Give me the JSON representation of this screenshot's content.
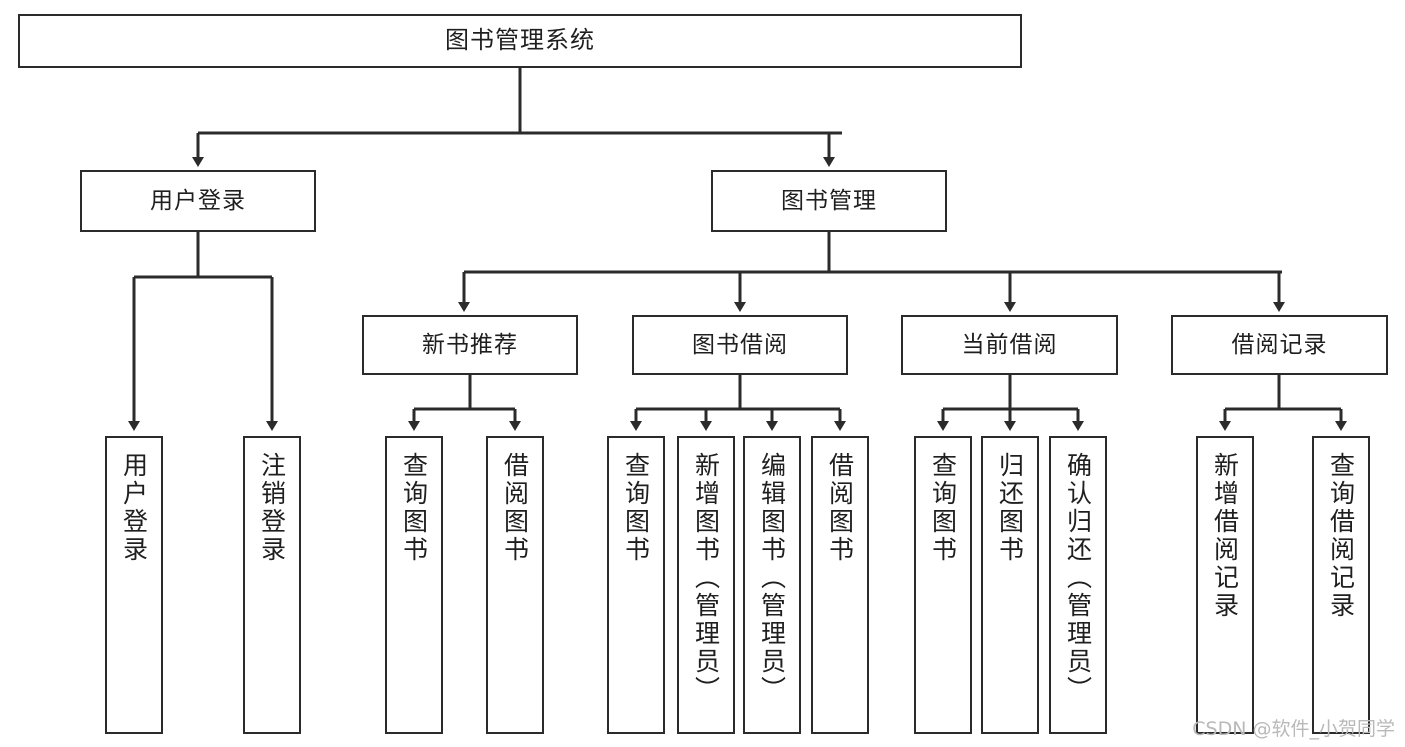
{
  "diagram": {
    "title": "图书管理系统",
    "type": "tree-hierarchy",
    "colors": {
      "box_border": "#2b2b2b",
      "box_fill": "#ffffff",
      "edge": "#2b2b2b",
      "text": "#1f1f1f",
      "watermark": "#b9b9b9"
    },
    "root": {
      "id": "root",
      "label": "图书管理系统"
    },
    "level2": [
      {
        "id": "user-login",
        "label": "用户登录"
      },
      {
        "id": "book-management",
        "label": "图书管理"
      }
    ],
    "level3": [
      {
        "id": "new-book-recommend",
        "label": "新书推荐"
      },
      {
        "id": "book-borrow",
        "label": "图书借阅"
      },
      {
        "id": "current-borrow",
        "label": "当前借阅"
      },
      {
        "id": "borrow-record",
        "label": "借阅记录"
      }
    ],
    "leaves": [
      {
        "id": "leaf-user-login",
        "parent": "user-login",
        "label": "用户登录"
      },
      {
        "id": "leaf-logout",
        "parent": "user-login",
        "label": "注销登录"
      },
      {
        "id": "leaf-query-book-1",
        "parent": "new-book-recommend",
        "label": "查询图书"
      },
      {
        "id": "leaf-borrow-book-1",
        "parent": "new-book-recommend",
        "label": "借阅图书"
      },
      {
        "id": "leaf-query-book-2",
        "parent": "book-borrow",
        "label": "查询图书"
      },
      {
        "id": "leaf-add-book",
        "parent": "book-borrow",
        "label": "新增图书（管理员）"
      },
      {
        "id": "leaf-edit-book",
        "parent": "book-borrow",
        "label": "编辑图书（管理员）"
      },
      {
        "id": "leaf-borrow-book-2",
        "parent": "book-borrow",
        "label": "借阅图书"
      },
      {
        "id": "leaf-query-book-3",
        "parent": "current-borrow",
        "label": "查询图书"
      },
      {
        "id": "leaf-return-book",
        "parent": "current-borrow",
        "label": "归还图书"
      },
      {
        "id": "leaf-confirm-return",
        "parent": "current-borrow",
        "label": "确认归还（管理员）"
      },
      {
        "id": "leaf-add-record",
        "parent": "borrow-record",
        "label": "新增借阅记录"
      },
      {
        "id": "leaf-query-record",
        "parent": "borrow-record",
        "label": "查询借阅记录"
      }
    ],
    "watermark": "CSDN @软件_小贺同学"
  }
}
